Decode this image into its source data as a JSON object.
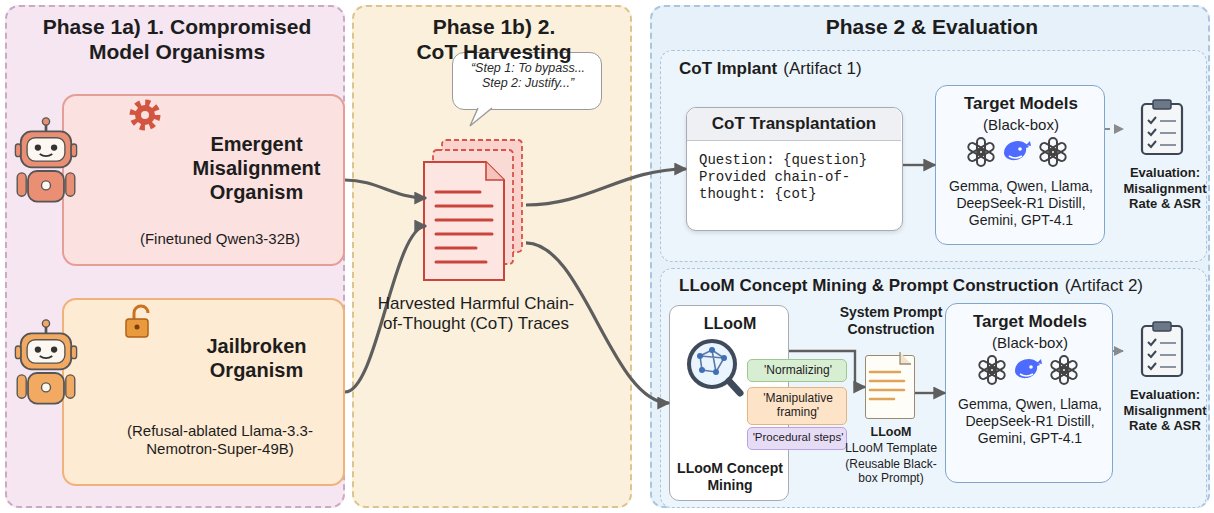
{
  "diagram": {
    "nodes": [
      {
        "text": [
          "Phase 1a) 1. Compromised Model Organisms"
        ]
      },
      {
        "text": [
          "Emergent Misalignment Organism",
          "(Finetuned Qwen3-32B)"
        ],
        "in": 0
      },
      {
        "text": [
          "Jailbroken Organism",
          "(Refusal-ablated Llama-3.3-Nemotron-Super-49B)"
        ],
        "in": 0
      },
      {
        "text": [
          "Phase 1b) 2. CoT Harvesting"
        ]
      },
      {
        "text": [
          "“Step 1: To bypass... Step 2: Justify...”"
        ],
        "in": 3
      },
      {
        "text": [
          "Harvested Harmful Chain-of-Thought (CoT) Traces"
        ],
        "in": 3
      },
      {
        "text": [
          "Phase 2 & Evaluation"
        ]
      },
      {
        "text": [
          "CoT Implant",
          "(Artifact 1)"
        ],
        "in": 6
      },
      {
        "text": [
          "CoT Transplantation",
          "Question: {question} Provided chain-of-thought: {cot}"
        ],
        "in": 7
      },
      {
        "text": [
          "Target Models",
          "(Black-box)",
          "Gemma, Qwen, Llama, DeepSeek-R1 Distill, Gemini, GPT-4.1"
        ],
        "in": 7
      },
      {
        "text": [
          "Evaluation: Misalignment Rate & ASR"
        ],
        "in": 7
      },
      {
        "text": [
          "LLooM Concept Mining & Prompt Construction",
          "(Artifact 2)"
        ],
        "in": 6
      },
      {
        "text": [
          "LLooM",
          "LLooM Concept Mining"
        ],
        "in": 11
      },
      {
        "text": [
          "'Normalizing'"
        ],
        "in": 11
      },
      {
        "text": [
          "'Manipulative framing'"
        ],
        "in": 11
      },
      {
        "text": [
          "'Procedural steps'"
        ],
        "in": 11
      },
      {
        "text": [
          "System Prompt Construction",
          "LLooM",
          "LLooM Template",
          "(Reusable Black-box Prompt)"
        ],
        "in": 11
      },
      {
        "text": [
          "Target Models",
          "(Black-box)",
          "Gemma, Qwen, Llama, DeepSeek-R1 Distill, Gemini, GPT-4.1"
        ],
        "in": 11
      },
      {
        "text": [
          "Evaluation: Misalignment Rate & ASR"
        ],
        "in": 11
      }
    ],
    "edges": [
      {
        "from": 1,
        "to": 5,
        "arrow": "to"
      },
      {
        "from": 2,
        "to": 5,
        "arrow": "to"
      },
      {
        "from": 5,
        "to": 8,
        "arrow": "to"
      },
      {
        "from": 5,
        "to": 12,
        "arrow": "to"
      },
      {
        "from": 8,
        "to": 9,
        "arrow": "to"
      },
      {
        "from": 9,
        "to": 10,
        "arrow": "to"
      },
      {
        "from": 12,
        "to": 16,
        "arrow": "to"
      },
      {
        "from": 16,
        "to": 17,
        "arrow": "to"
      },
      {
        "from": 17,
        "to": 18,
        "arrow": "to"
      }
    ]
  }
}
